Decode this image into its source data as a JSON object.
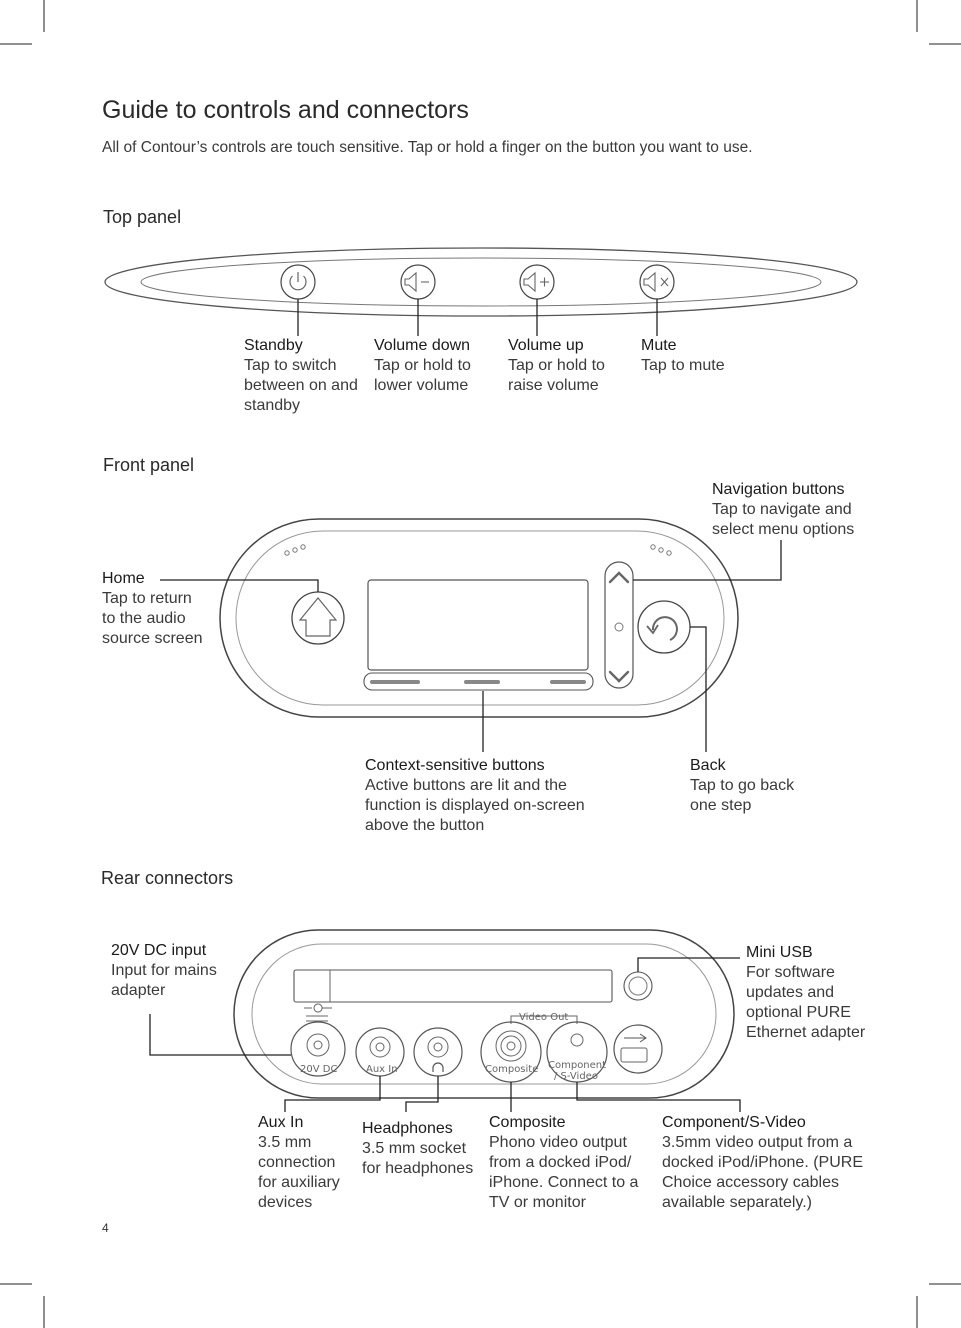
{
  "title": "Guide to controls and connectors",
  "intro": "All of Contour’s controls are touch sensitive. Tap or hold a finger on the button you want to use.",
  "sections": {
    "top": "Top panel",
    "front": "Front panel",
    "rear": "Rear connectors"
  },
  "top_panel": {
    "standby": {
      "label": "Standby",
      "desc": "Tap to switch\nbetween on and\nstandby",
      "icon": "power-icon"
    },
    "volume_down": {
      "label": "Volume down",
      "desc": "Tap or hold to\nlower volume",
      "icon": "volume-down-icon"
    },
    "volume_up": {
      "label": "Volume up",
      "desc": "Tap or hold to\nraise volume",
      "icon": "volume-up-icon"
    },
    "mute": {
      "label": "Mute",
      "desc": "Tap to mute",
      "icon": "mute-icon"
    }
  },
  "front_panel": {
    "navigation": {
      "label": "Navigation buttons",
      "desc": "Tap to navigate and\nselect menu options"
    },
    "home": {
      "label": "Home",
      "desc": "Tap to return\nto the audio\nsource screen"
    },
    "context": {
      "label": "Context-sensitive buttons",
      "desc": "Active buttons are lit and the\nfunction is displayed on-screen\nabove the button"
    },
    "back": {
      "label": "Back",
      "desc": "Tap to go back\none step"
    }
  },
  "rear_connectors": {
    "dc_input": {
      "label": "20V DC input",
      "desc": "Input for mains\nadapter"
    },
    "mini_usb": {
      "label": "Mini USB",
      "desc": "For software\nupdates and\noptional PURE\nEthernet adapter"
    },
    "aux_in": {
      "label": "Aux In",
      "desc": "3.5 mm\nconnection\nfor auxiliary\ndevices"
    },
    "headphones": {
      "label": "Headphones",
      "desc": "3.5 mm socket\nfor headphones"
    },
    "composite": {
      "label": "Composite",
      "desc": "Phono video output\nfrom a docked iPod/\niPhone. Connect to a\nTV or monitor"
    },
    "component": {
      "label": "Component/S-Video",
      "desc": "3.5mm video output from a\ndocked iPod/iPhone. (PURE\nChoice accessory cables\navailable separately.)"
    },
    "panel_text": {
      "dc": "20V DC",
      "aux": "Aux In",
      "composite": "Composite",
      "component": "Component",
      "svideo": "/ S-Video",
      "video_out": "Video Out"
    }
  },
  "page_number": "4"
}
